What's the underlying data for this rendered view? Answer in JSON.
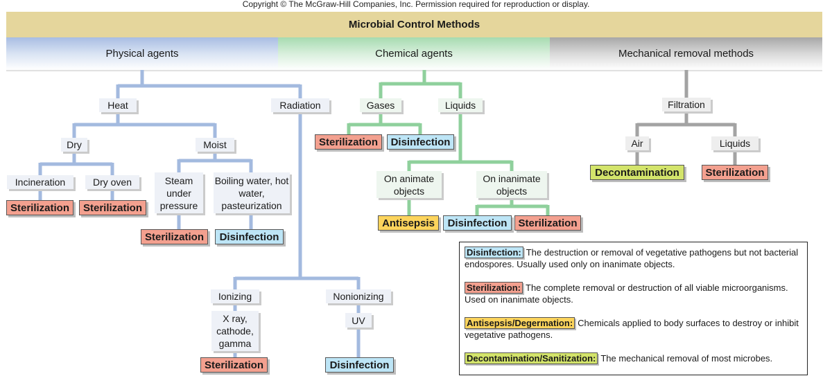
{
  "copyright": "Copyright © The McGraw-Hill Companies, Inc. Permission required for reproduction or display.",
  "title": "Microbial Control Methods",
  "categories": {
    "physical": "Physical agents",
    "chemical": "Chemical agents",
    "mechanical": "Mechanical removal methods"
  },
  "colors": {
    "title_bar": "#e5d69c",
    "physical": "#a8bde3",
    "chemical": "#a6dbb0",
    "mechanical": "#a7a7a7",
    "sterilization": "#f3a08f",
    "disinfection": "#bde5f6",
    "antisepsis": "#fcd45c",
    "decontamination": "#d3e46b"
  },
  "physical": {
    "heat": "Heat",
    "radiation": "Radiation",
    "dry": "Dry",
    "moist": "Moist",
    "incineration": "Incineration",
    "dry_oven": "Dry oven",
    "steam": "Steam under pressure",
    "boiling": "Boiling water, hot water, pasteurization",
    "ionizing": "Ionizing",
    "nonionizing": "Nonionizing",
    "xray": "X ray, cathode, gamma",
    "uv": "UV"
  },
  "chemical": {
    "gases": "Gases",
    "liquids": "Liquids",
    "animate": "On animate objects",
    "inanimate": "On inanimate objects"
  },
  "mechanical": {
    "filtration": "Filtration",
    "air": "Air",
    "liquids": "Liquids"
  },
  "results": {
    "sterilization": "Sterilization",
    "disinfection": "Disinfection",
    "antisepsis": "Antisepsis",
    "decontamination": "Decontamination"
  },
  "legend": [
    {
      "term": "Disinfection:",
      "definition": "The destruction or removal of vegetative pathogens but not bacterial endospores. Usually used only on inanimate objects."
    },
    {
      "term": "Sterilization:",
      "definition": "The complete removal or destruction of all viable microorganisms. Used on inanimate objects."
    },
    {
      "term": "Antisepsis/Degermation:",
      "definition": "Chemicals applied to body surfaces to destroy or inhibit vegetative pathogens."
    },
    {
      "term": "Decontamination/Sanitization:",
      "definition": "The mechanical removal of most microbes."
    }
  ]
}
